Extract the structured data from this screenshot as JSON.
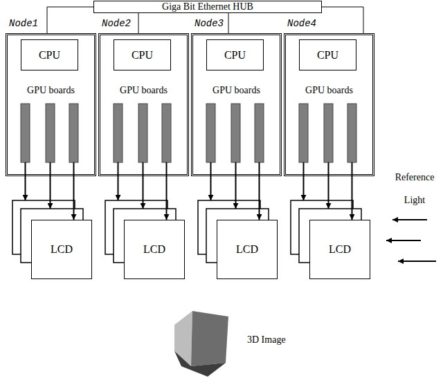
{
  "diagram": {
    "nodes": [
      {
        "text": [
          "Giga Bit Ethernet HUB"
        ]
      },
      {
        "text": [
          "Node1",
          "GPU boards"
        ]
      },
      {
        "text": [
          "CPU"
        ],
        "in": 1
      },
      {
        "text": [
          "Node2",
          "GPU boards"
        ]
      },
      {
        "text": [
          "CPU"
        ],
        "in": 3
      },
      {
        "text": [
          "Node3",
          "GPU boards"
        ]
      },
      {
        "text": [
          "CPU"
        ],
        "in": 5
      },
      {
        "text": [
          "Node4",
          "GPU boards"
        ]
      },
      {
        "text": [
          "CPU"
        ],
        "in": 7
      },
      {
        "text": [
          "LCD"
        ]
      },
      {
        "text": [
          "LCD"
        ]
      },
      {
        "text": [
          "LCD"
        ]
      },
      {
        "text": [
          "LCD"
        ]
      }
    ],
    "edges": [
      {
        "from": 0,
        "to": 1,
        "arrow": "none"
      },
      {
        "from": 0,
        "to": 3,
        "arrow": "none"
      },
      {
        "from": 0,
        "to": 5,
        "arrow": "none"
      },
      {
        "from": 0,
        "to": 7,
        "arrow": "none"
      },
      {
        "from": 1,
        "to": 9,
        "arrow": "to"
      },
      {
        "from": 3,
        "to": 10,
        "arrow": "to"
      },
      {
        "from": 5,
        "to": 11,
        "arrow": "to"
      },
      {
        "from": 7,
        "to": 12,
        "arrow": "to"
      }
    ],
    "labels": [
      "Reference Light",
      "3D Image"
    ]
  }
}
